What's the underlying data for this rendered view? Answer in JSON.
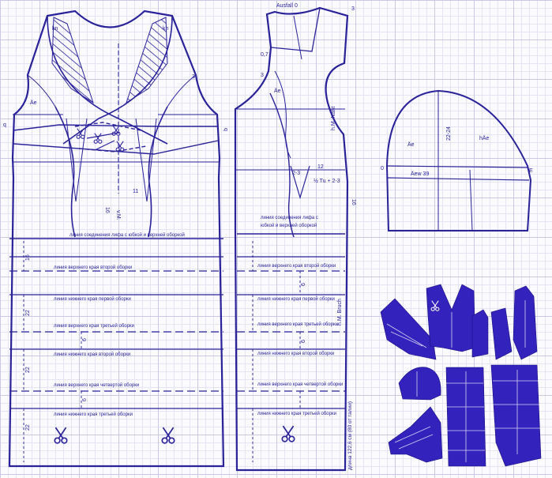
{
  "labels": {
    "ausfall": "Ausfall 0",
    "val_07": "0,7",
    "num_3a": "3",
    "num_3b": "3",
    "num_3c": "3",
    "kn_left": "kn",
    "kn_right": "kn",
    "ae_front": "Äe",
    "ae_back": "Äe",
    "hm_naht": "h.M. Naht",
    "vm": "v.M.",
    "val_16a": "16",
    "val_16b": "16",
    "val_16c": "16",
    "val_11": "11",
    "val_12": "12",
    "val_23": "2-3",
    "half_tu": "½ Tu + 2-3",
    "hm_bruch": "h.M. Bruch",
    "q_left": "q",
    "q_mid": "q",
    "length_note": "длина 122,6 см (80 от талии)"
  },
  "lines": {
    "joint_front": "линия соединения лифа с юбкой и верхней оборкой",
    "joint_back_1": "линия соединения лифа с",
    "joint_back_2": "юбкой и верхней оборкой",
    "upper_2_front": "линия верхнего края второй оборки",
    "upper_2_back": "линия верхнего края второй оборки",
    "lower_1_front": "линия нижнего края первой оборки",
    "lower_1_back": "линия нижнего края первой оборки",
    "upper_3_front": "линия верхнего края третьей оборки",
    "upper_3_back": "линия верхнего края третьей оборки",
    "lower_2_front": "линия нижнего края второй оборки",
    "lower_2_back": "линия нижнего края второй оборки",
    "upper_4_front": "линия верхнего края четвертой оборки",
    "upper_4_back": "линия верхнего края четвертой оборки",
    "lower_3_front": "линия нижнего края третьей оборки",
    "lower_3_back": "линия нижнего края третьей оборки"
  },
  "measures": {
    "d22_a": "22",
    "d22_b": "22",
    "d22_c": "22",
    "d6_a": "6",
    "d6_b": "6",
    "d6_c": "6",
    "d6_d": "6"
  },
  "sleeve": {
    "ae": "Äe",
    "hae": "hÄe",
    "h2224": "22-24",
    "aew": "Äew 39",
    "zero": "0",
    "e": "E"
  },
  "colors": {
    "ink": "#2a2299",
    "piece_fill": "#3322bb",
    "grid_major": "#c9c9e4",
    "grid_minor": "#e4e4f2"
  },
  "icons": [
    "scissors-icon"
  ]
}
